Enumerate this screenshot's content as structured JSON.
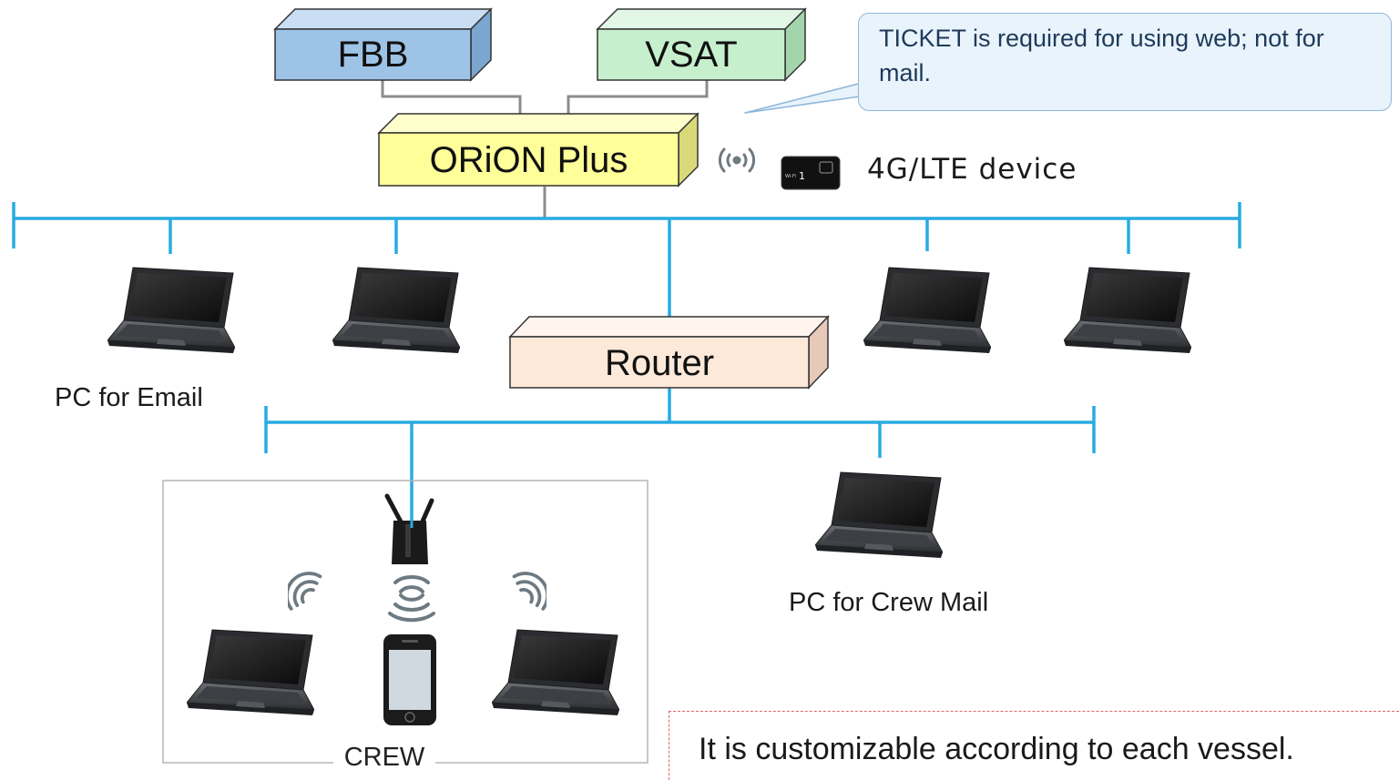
{
  "nodes": {
    "fbb": "FBB",
    "vsat": "VSAT",
    "orion": "ORiON Plus",
    "router": "Router"
  },
  "callout": "TICKET is required for using web; not for mail.",
  "lte_label": "4G/LTE device",
  "labels": {
    "pc_email": "PC for Email",
    "pc_crew_mail": "PC for Crew Mail",
    "crew_group": "CREW"
  },
  "footer_note": "It is customizable according to each vessel.",
  "colors": {
    "fbb": "#9dc3e6",
    "vsat": "#c6efce",
    "orion": "#ffff99",
    "router": "#fde9d9",
    "network_line": "#29abe2",
    "connector": "#8c8c8c"
  },
  "icons": [
    "laptop-icon",
    "wireless-router-icon",
    "smartphone-icon",
    "wifi-signal-icon",
    "lte-device-icon"
  ]
}
